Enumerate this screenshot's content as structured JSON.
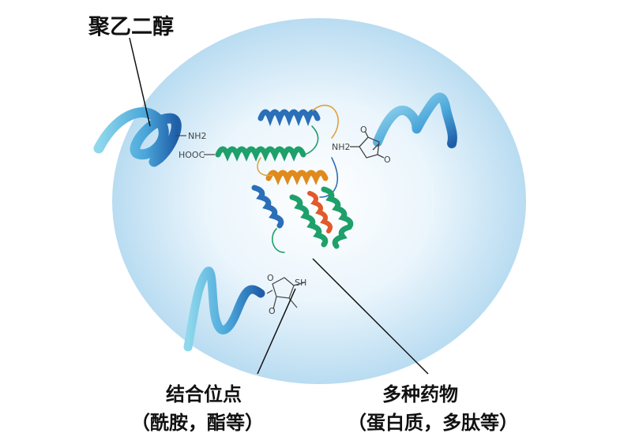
{
  "labels": {
    "peg": "聚乙二醇",
    "binding_site": "结合位点",
    "binding_site_detail": "（酰胺，酯等）",
    "drugs": "多种药物",
    "drugs_detail": "（蛋白质，多肽等）"
  },
  "chem_labels": {
    "nh2_left": "NH2",
    "cooh": "HOOC",
    "nh2_right": "NH2",
    "sh": "SH",
    "o_top": "O",
    "o_right": "O",
    "o_bottom_1": "O",
    "o_bottom_2": "O"
  },
  "colors": {
    "halo_center": "#ffffff",
    "halo_edge": "#b9dcf1",
    "peg_light": "#7ccfe6",
    "peg_dark": "#1f5fa8",
    "helix_blue": "#2a6fb8",
    "helix_green": "#1ea06a",
    "helix_orange": "#e08a1c",
    "helix_red": "#e05a2a",
    "leader_line": "#111111"
  }
}
